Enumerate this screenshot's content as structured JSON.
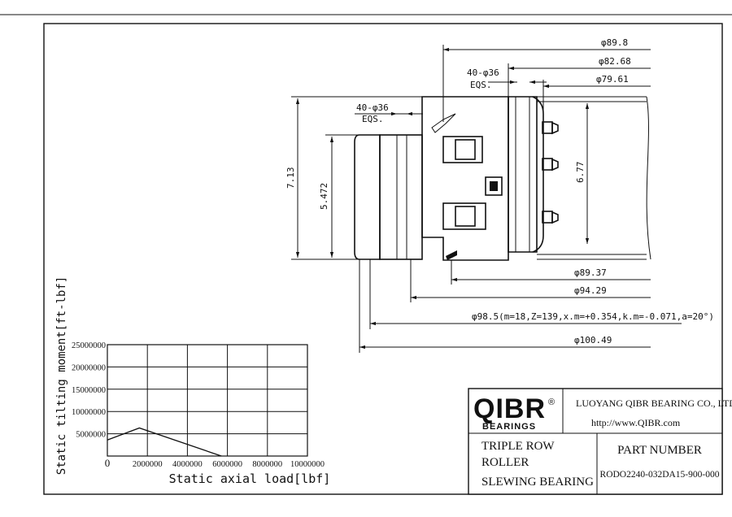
{
  "drawing": {
    "dimensions": {
      "d_89_8": "φ89.8",
      "d_82_68": "φ82.68",
      "d_79_61": "φ79.61",
      "holes_outer": "40-φ36",
      "eqs_outer": "EQS.",
      "holes_inner": "40-φ36",
      "eqs_inner": "EQS.",
      "h_7_13": "7.13",
      "h_5_472": "5.472",
      "h_6_77": "6.77",
      "d_89_37": "φ89.37",
      "d_94_29": "φ94.29",
      "d_98_5": "φ98.5(m=18,Z=139,x.m=+0.354,k.m=-0.071,a=20°)",
      "d_100_49": "φ100.49"
    }
  },
  "chart_data": {
    "type": "line",
    "title": "",
    "xlabel": "Static axial load[lbf]",
    "ylabel": "Static tilting moment[ft-lbf]",
    "x_ticks": [
      "0",
      "2000000",
      "4000000",
      "6000000",
      "8000000",
      "10000000"
    ],
    "y_ticks": [
      "5000000",
      "10000000",
      "15000000",
      "20000000",
      "25000000"
    ],
    "xlim": [
      0,
      10000000
    ],
    "ylim": [
      0,
      25000000
    ],
    "grid": true,
    "series": [
      {
        "x": [
          0,
          1600000,
          5700000
        ],
        "y": [
          3600000,
          6300000,
          0
        ]
      }
    ]
  },
  "title_block": {
    "logo_text": "QIBR",
    "logo_mark": "®",
    "logo_sub": "BEARINGS",
    "company": "LUOYANG QIBR BEARING CO., LTD",
    "website": "http://www.QIBR.com",
    "product_line1": "TRIPLE ROW",
    "product_line2": "ROLLER",
    "product_line3": "SLEWING BEARING",
    "part_label": "PART  NUMBER",
    "part_number": "RODO2240-032DA15-900-000"
  },
  "colors": {
    "ink": "#111111",
    "paper": "#ffffff"
  }
}
